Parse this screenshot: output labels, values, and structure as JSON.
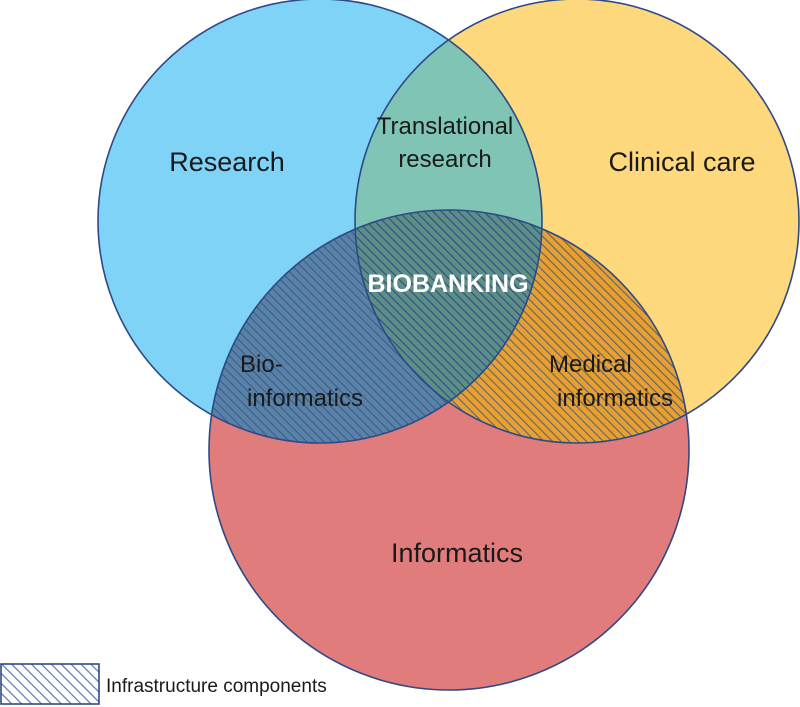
{
  "diagram": {
    "sets": {
      "research": "Research",
      "clinical_care": "Clinical care",
      "informatics": "Informatics"
    },
    "intersections": {
      "translational": [
        "Translational",
        "research"
      ],
      "bioinformatics": [
        "Bio-",
        "informatics"
      ],
      "medical_informatics": [
        "Medical",
        "informatics"
      ],
      "center": "BIOBANKING"
    },
    "colors": {
      "research": "#7fd3f7",
      "clinical_care": "#fdd87c",
      "informatics": "#e07c7c",
      "translational": "#7fc4b5",
      "bioinformatics": "#5a82a6",
      "medical_informatics": "#e8a030",
      "center": "#5e8f86",
      "hatch": "#2f4f86",
      "stroke": "#2e4a86"
    }
  },
  "legend": {
    "label": "Infrastructure components"
  }
}
